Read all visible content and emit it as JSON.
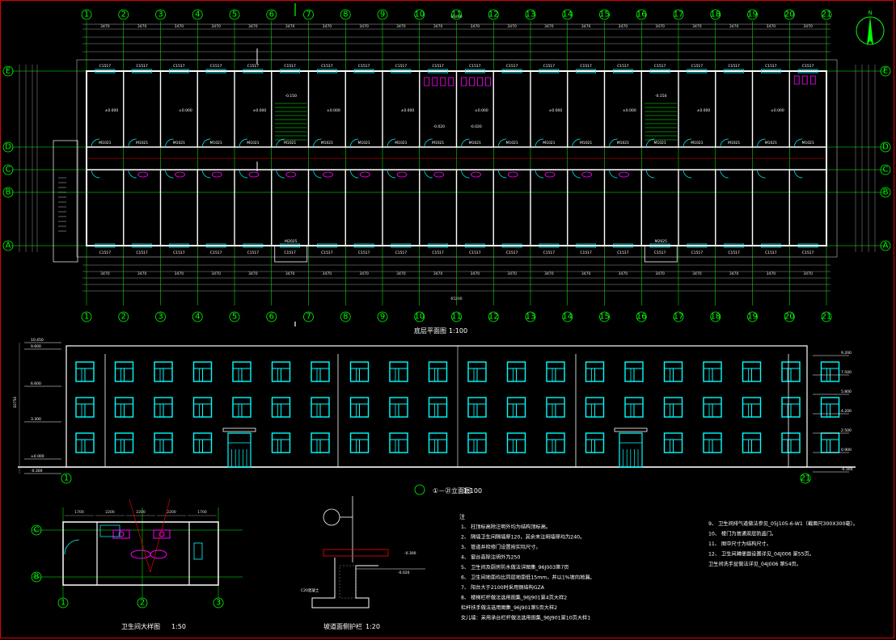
{
  "plan": {
    "title": "底层平面图",
    "scale": "1:100",
    "axes_x": [
      "1",
      "2",
      "3",
      "4",
      "5",
      "6",
      "7",
      "8",
      "9",
      "10",
      "11",
      "12",
      "13",
      "14",
      "15",
      "16",
      "17",
      "18",
      "19",
      "20",
      "21"
    ],
    "axes_y": [
      "E",
      "D",
      "C",
      "B",
      "A"
    ],
    "total_dim": "65200",
    "bay_dim": "3470",
    "window_tag": "C1517",
    "door_tag": "M1021",
    "door_tag_ent": "M2025",
    "floor_level": "±0.000",
    "wet_level": "-0.020",
    "stair_level": "-0.150"
  },
  "elevation": {
    "title": "①－㉑立面图",
    "scale": "1:100",
    "left_axis": "1",
    "right_axis": "21",
    "levels_right": [
      "9.200",
      "7.500",
      "5.800",
      "4.200",
      "2.500",
      "0.900",
      "-0.300"
    ],
    "levels_left": [
      "10.450",
      "9.600",
      "6.600",
      "3.300",
      "±0.000",
      "-0.300"
    ],
    "dim_total": "10750"
  },
  "toilet_detail": {
    "title": "卫生间大样图",
    "scale": "1:50",
    "axes": [
      "C",
      "B",
      "1",
      "2",
      "3"
    ],
    "dims": [
      "1700",
      "2200",
      "2200",
      "2200",
      "1700"
    ]
  },
  "ramp_detail": {
    "title": "坡道面侧护栏",
    "scale": "1:20",
    "labels": [
      "C20混凝土",
      "-0.300",
      "-0.020"
    ]
  },
  "notes": {
    "heading": "注",
    "items": [
      "1、 柱顶标高除注明外均为结构顶标高。",
      "2、 隔墙卫生间隔墙厚120，其余未注明墙厚均为240。",
      "3、 管道井检修门设置按实际尺寸。",
      "4、 窗台高除注明外为250",
      "5、 卫生间及厨房防水做法详图集_96J003第7页",
      "6、 卫生间地面均比同层地面低15mm，并以1%坡向地漏。",
      "7、 阳台大于2100时采用钢结构GZA",
      "8、 楼梯栏杆做法选用图集_96J901第4页大样2",
      "   栏杆扶手做法选用图集_96J901第5页大样2",
      "   女儿墙：采用承台栏杆做法选用图集_96J901第10页大样1",
      "9、 卫生间排气道做法参见_05J105-6-W1（截面尺300X300毫）。",
      "10、 楼门为普通双层防盗门。",
      "11、 图中尺寸为结构尺寸。",
      "12、 卫生间蹲便器设置详见_04J006 第55页。",
      "    卫生间洗手盆做法详见_04J006 第54页。"
    ]
  },
  "colors": {
    "grid": "#00ff00",
    "wall": "#ffffff",
    "window": "#00ffff",
    "door": "#ff00ff",
    "dim": "#e0e0e0",
    "axis_red": "#ff0000",
    "frame": "#e00000"
  },
  "icons": {
    "north": "north-arrow-icon"
  }
}
